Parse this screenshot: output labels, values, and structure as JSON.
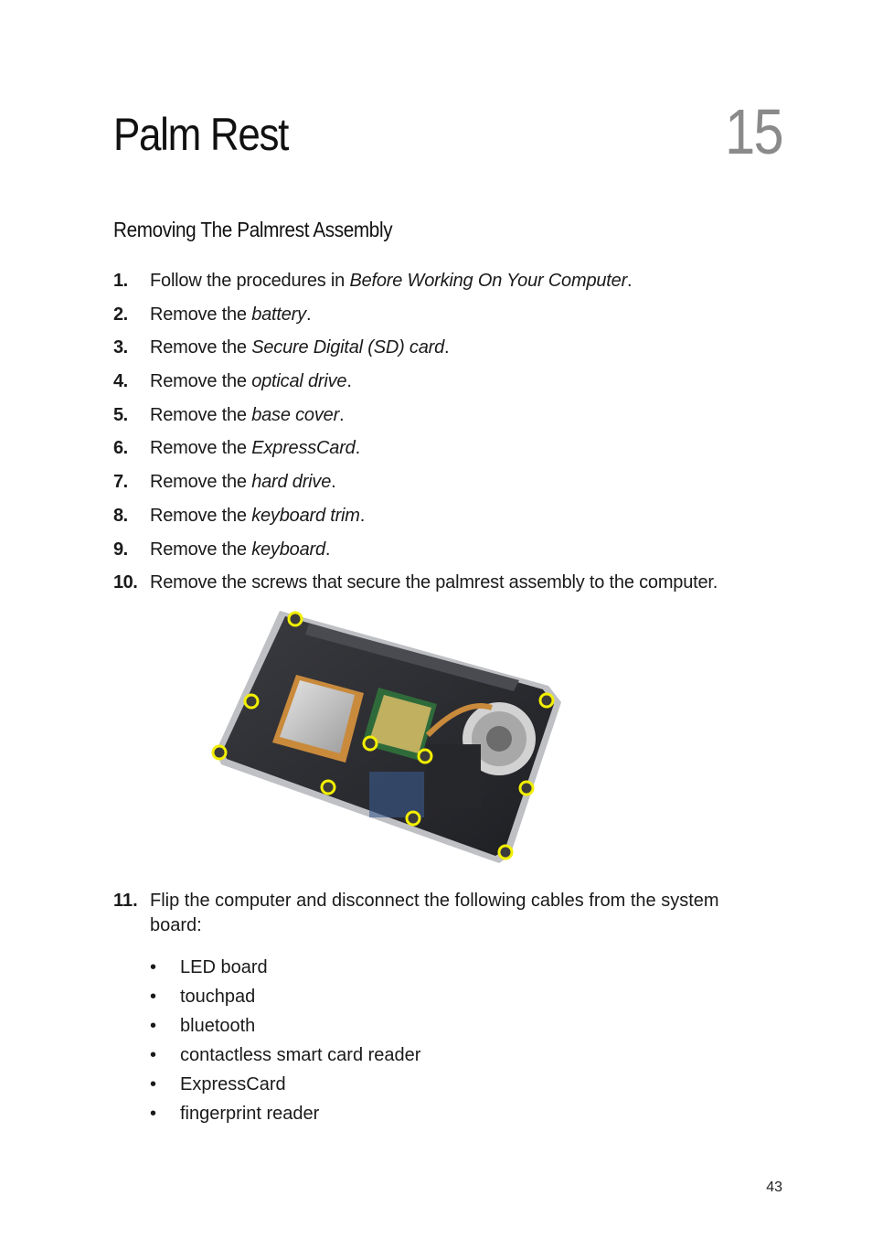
{
  "chapter": {
    "title": "Palm Rest",
    "number": "15"
  },
  "section": {
    "heading": "Removing The Palmrest Assembly"
  },
  "steps": [
    {
      "num": "1.",
      "pre": "Follow the procedures in ",
      "link": "Before Working On Your Computer",
      "post": "."
    },
    {
      "num": "2.",
      "pre": "Remove the ",
      "link": "battery",
      "post": "."
    },
    {
      "num": "3.",
      "pre": "Remove the ",
      "link": "Secure Digital (SD) card",
      "post": "."
    },
    {
      "num": "4.",
      "pre": "Remove the ",
      "link": "optical drive",
      "post": "."
    },
    {
      "num": "5.",
      "pre": "Remove the ",
      "link": "base cover",
      "post": "."
    },
    {
      "num": "6.",
      "pre": "Remove the ",
      "link": "ExpressCard",
      "post": "."
    },
    {
      "num": "7.",
      "pre": "Remove the ",
      "link": "hard drive",
      "post": "."
    },
    {
      "num": "8.",
      "pre": "Remove the ",
      "link": "keyboard trim",
      "post": "."
    },
    {
      "num": "9.",
      "pre": "Remove the ",
      "link": "keyboard",
      "post": "."
    },
    {
      "num": "10.",
      "pre": "Remove the screws that secure the palmrest assembly to the computer.",
      "link": "",
      "post": ""
    }
  ],
  "step11": {
    "num": "11.",
    "text": "Flip the computer and disconnect the following cables from the system board:",
    "bullets": [
      "LED board",
      "touchpad",
      "bluetooth",
      "contactless smart card reader",
      "ExpressCard",
      "fingerprint reader"
    ]
  },
  "page_number": "43",
  "colors": {
    "screw_highlight": "#f2ef00",
    "chassis": "#2b2c30",
    "text": "#1a1a1a",
    "chapter_number": "#8a8a8a"
  }
}
